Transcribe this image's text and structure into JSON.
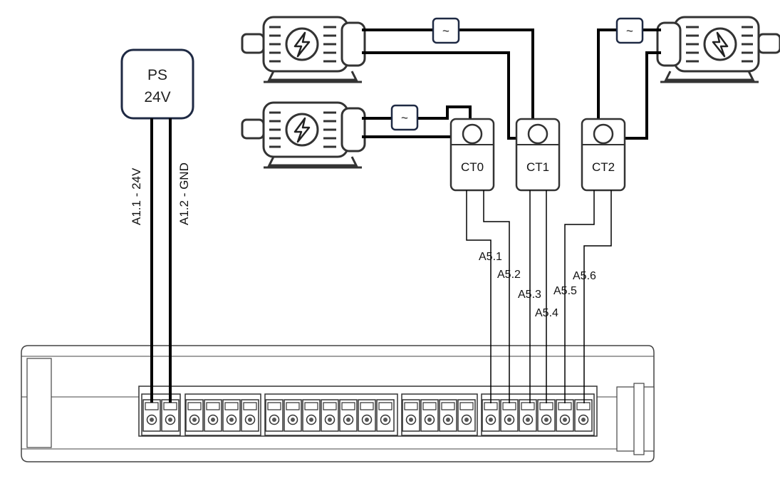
{
  "power_supply": {
    "line1": "PS",
    "line2": "24V"
  },
  "wires": {
    "a1_1": "A1.1 - 24V",
    "a1_2": "A1.2 - GND"
  },
  "current_transformers": [
    {
      "label": "CT0"
    },
    {
      "label": "CT1"
    },
    {
      "label": "CT2"
    }
  ],
  "terminals": {
    "a5_1": "A5.1",
    "a5_2": "A5.2",
    "a5_3": "A5.3",
    "a5_4": "A5.4",
    "a5_5": "A5.5",
    "a5_6": "A5.6"
  },
  "load_symbol": "~",
  "icons": [
    "motor-icon",
    "lightning-icon",
    "ac-source-icon",
    "terminal-block"
  ],
  "colors": {
    "line": "#000000",
    "box_border": "#1f2a44",
    "device_outline": "#555555"
  }
}
